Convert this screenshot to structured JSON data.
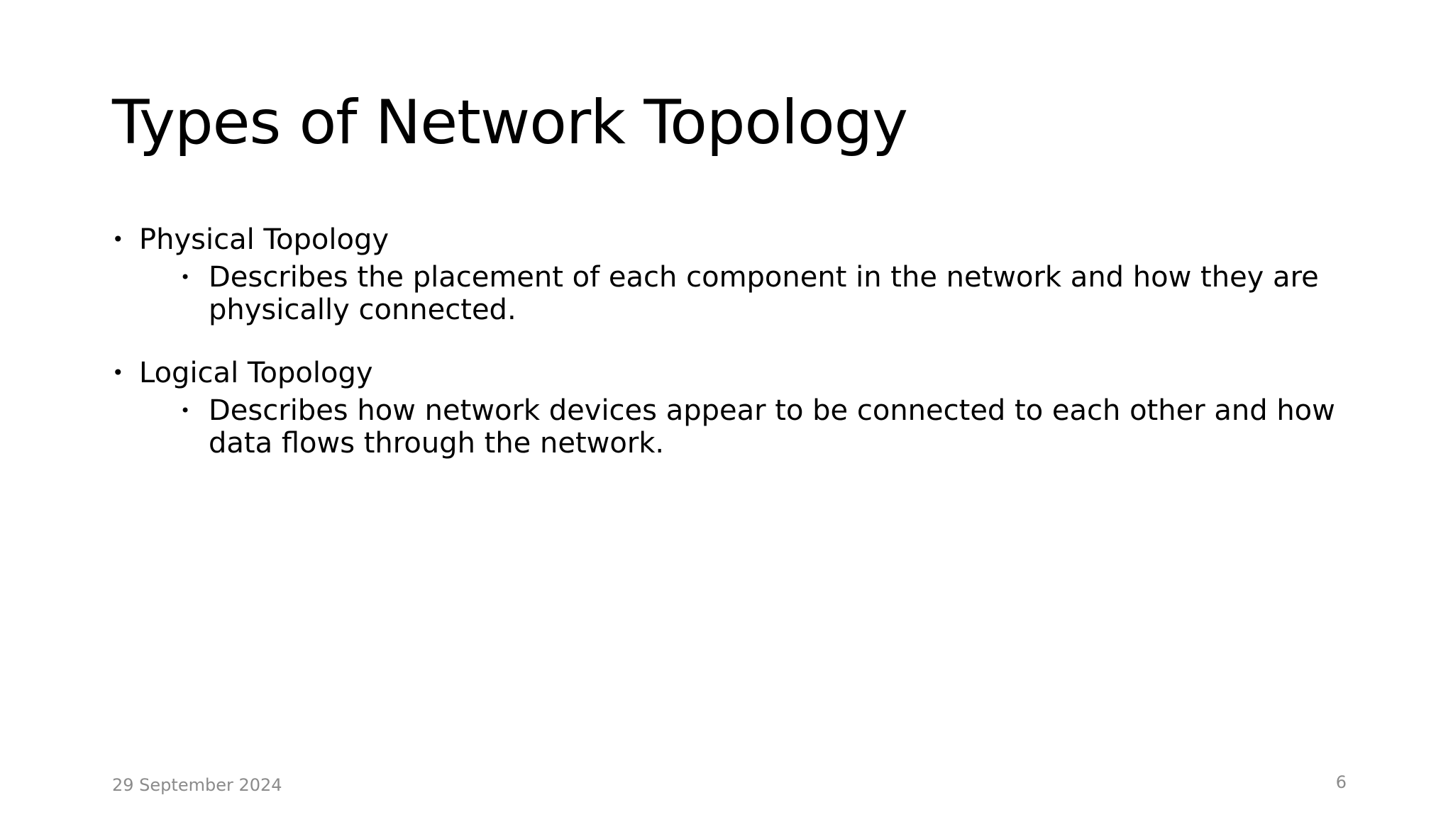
{
  "slide": {
    "title": "Types of Network Topology",
    "bullets": [
      {
        "label": "Physical Topology",
        "sub": "Describes the placement of each component in the network and how they are physically connected."
      },
      {
        "label": "Logical Topology",
        "sub": "Describes how network devices appear to be connected to each other and how data flows through the network."
      }
    ],
    "bullet_glyph": "•",
    "footer": {
      "date": "29 September 2024",
      "page_number": "6"
    }
  },
  "colors": {
    "text": "#000000",
    "footer_text": "#8b8b8b",
    "background": "#ffffff"
  }
}
